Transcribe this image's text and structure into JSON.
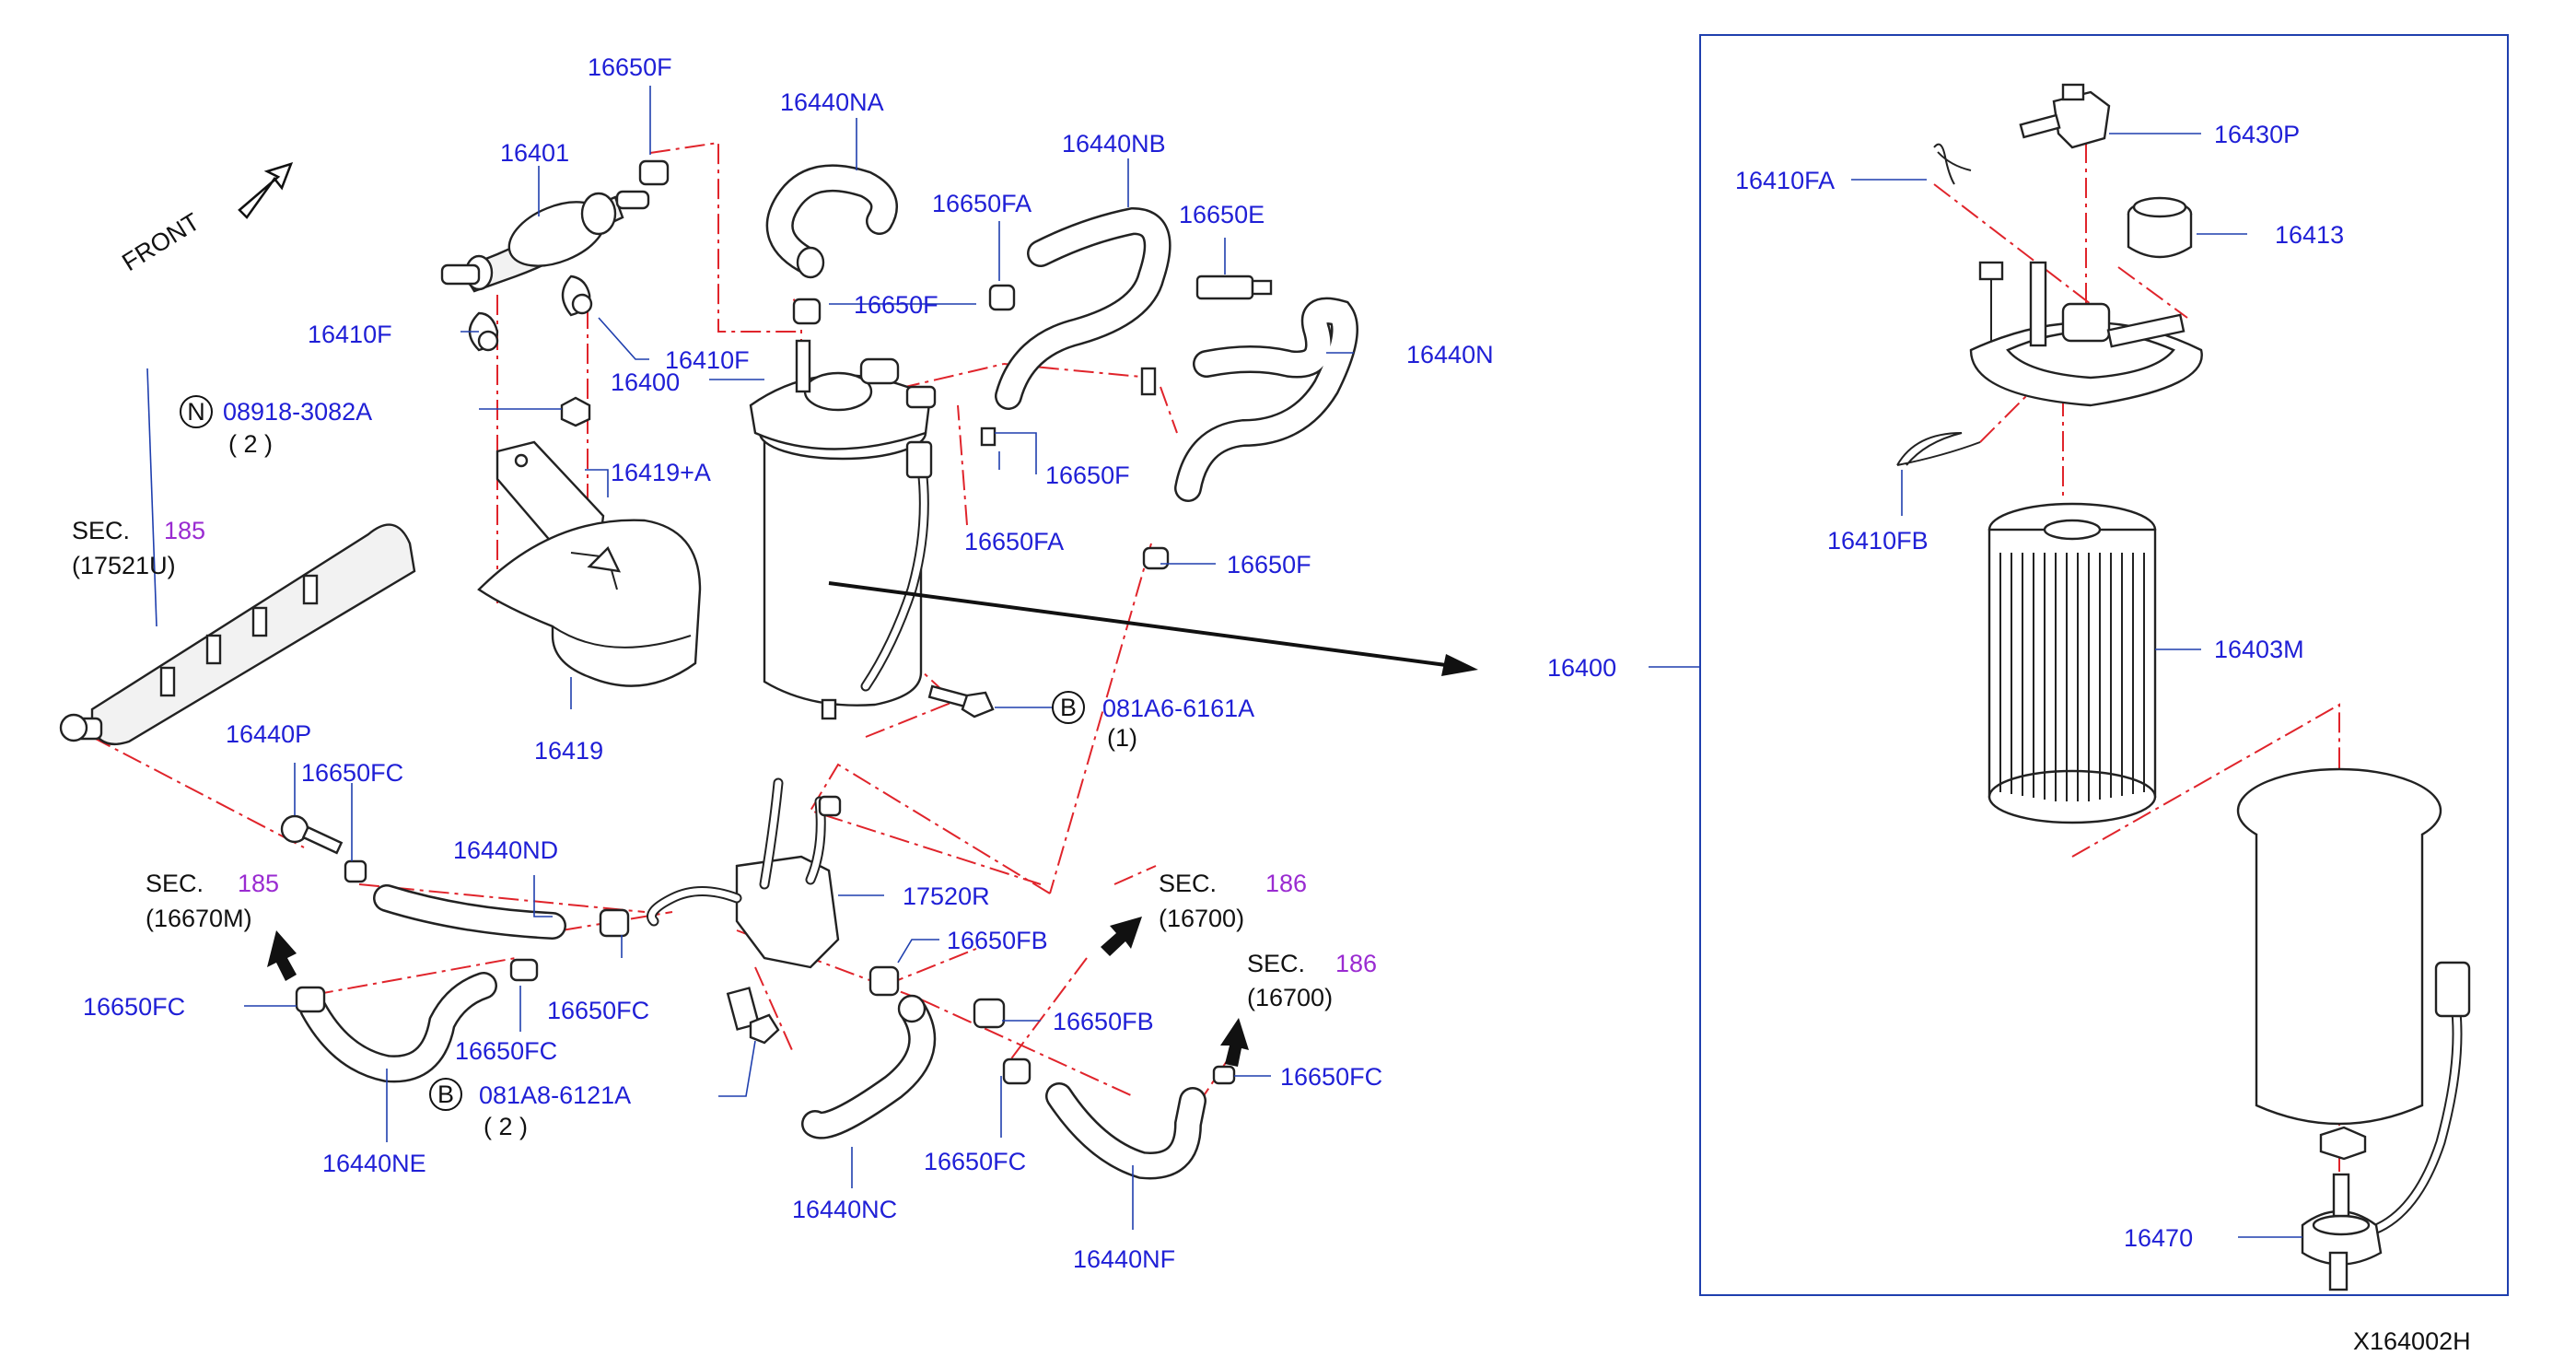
{
  "diagram_code": "X164002H",
  "front_label": "FRONT",
  "section_prefix": "SEC.",
  "parts": {
    "p16650F_top": "16650F",
    "p16440NA": "16440NA",
    "p16401": "16401",
    "p16440NB": "16440NB",
    "p16650FA_top": "16650FA",
    "p16650E": "16650E",
    "p16650F_mid": "16650F",
    "p16410F_left": "16410F",
    "p16410F_right": "16410F",
    "p16440N": "16440N",
    "p08918": "08918-3082A",
    "p08918_qty": "( 2 )",
    "p16400": "16400",
    "p16650F_right": "16650F",
    "p16419A": "16419+A",
    "p16650FA_low": "16650FA",
    "p16650F_low": "16650F",
    "p16419": "16419",
    "p081A6": "081A6-6161A",
    "p081A6_qty": "(1)",
    "p16440P": "16440P",
    "p16650FC_a": "16650FC",
    "p16440ND": "16440ND",
    "p17520R": "17520R",
    "p16650FB_a": "16650FB",
    "p16650FC_b": "16650FC",
    "p16650FC_c": "16650FC",
    "p16650FC_d": "16650FC",
    "p16650FB_b": "16650FB",
    "p081A8": "081A8-6121A",
    "p081A8_qty": "( 2 )",
    "p16650FC_e": "16650FC",
    "p16650FC_f": "16650FC",
    "p16440NE": "16440NE",
    "p16440NC": "16440NC",
    "p16440NF": "16440NF",
    "p16400_main": "16400",
    "p16430P": "16430P",
    "p16410FA": "16410FA",
    "p16413": "16413",
    "p16410FB": "16410FB",
    "p16403M": "16403M",
    "p16470": "16470"
  },
  "sections": {
    "s185_a": {
      "num": "185",
      "ref": "(17521U)"
    },
    "s185_b": {
      "num": "185",
      "ref": "(16670M)"
    },
    "s186_a": {
      "num": "186",
      "ref": "(16700)"
    },
    "s186_b": {
      "num": "186",
      "ref": "(16700)"
    }
  },
  "markers": {
    "N": "N",
    "B1": "B",
    "B2": "B"
  },
  "colors": {
    "label": "#1f1fd6",
    "section": "#9a2bd1",
    "dashed": "#e0242b",
    "line": "#222222",
    "frame": "#1f3fae"
  }
}
